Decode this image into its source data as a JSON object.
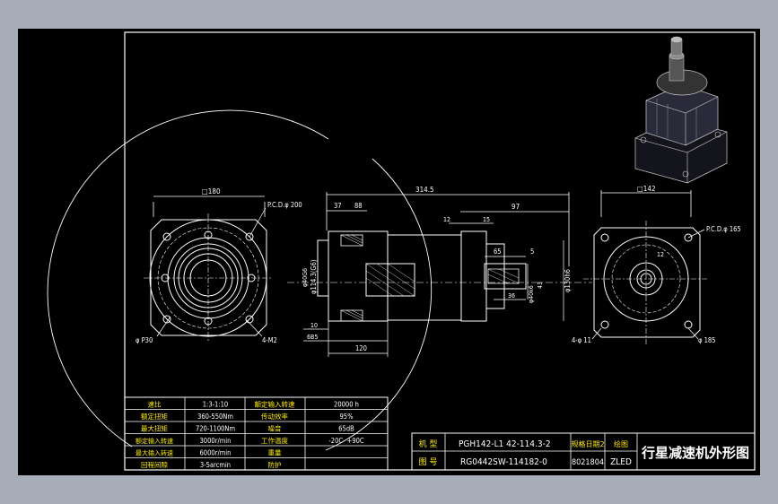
{
  "dimensions": {
    "box_left": "□180",
    "box_right": "□142",
    "pcd_left": "P.C.D.φ 200",
    "pcd_right": "P.C.D.φ 165",
    "total_length": "314.5",
    "len_97": "97",
    "len_37": "37",
    "len_88": "88",
    "len_12": "12",
    "len_15": "15",
    "len_65": "65",
    "len_5": "5",
    "len_36": "36",
    "len_10": "10",
    "len_6b5": "6B5",
    "len_120": "120",
    "dia_114": "φ114.3(G6)",
    "dia_40": "φ40G6",
    "dia_130": "φ130h6",
    "dia_40k6": "φ40k6",
    "dia_43": "43",
    "bolt_left_circle": "φ P30",
    "bolt_left_holes": "4-M2",
    "bolt_right_holes": "4-φ 11",
    "flange_right": "φ 185",
    "key_12": "12"
  },
  "spec_table": {
    "rows": [
      {
        "label1": "速比",
        "value1": "1:3-1:10",
        "label2": "额定输入转速",
        "value2": "20000 h"
      },
      {
        "label1": "额定扭矩",
        "value1": "360-550Nm",
        "label2": "传动效率",
        "value2": "95%"
      },
      {
        "label1": "最大扭矩",
        "value1": "720-1100Nm",
        "label2": "噪音",
        "value2": "65dB"
      },
      {
        "label1": "额定输入转速",
        "value1": "3000r/min",
        "label2": "工作温度",
        "value2": "-20C- +90C"
      },
      {
        "label1": "最大输入转速",
        "value1": "6000r/min",
        "label2": "重量",
        "value2": ""
      },
      {
        "label1": "回程间隙",
        "value1": "3-5arcmin",
        "label2": "防护",
        "value2": ""
      }
    ]
  },
  "title_block": {
    "model_label": "机 型",
    "model_value": "PGH142-L1 42-114.3-2",
    "code_label": "图 号",
    "code_value": "RG0442SW-114182-0",
    "col3_r1": "规格日期2",
    "col3_r2": "8021804",
    "col4_r1": "绘图",
    "col4_r2": "ZLED",
    "drawing_title": "行星减速机外形图"
  }
}
